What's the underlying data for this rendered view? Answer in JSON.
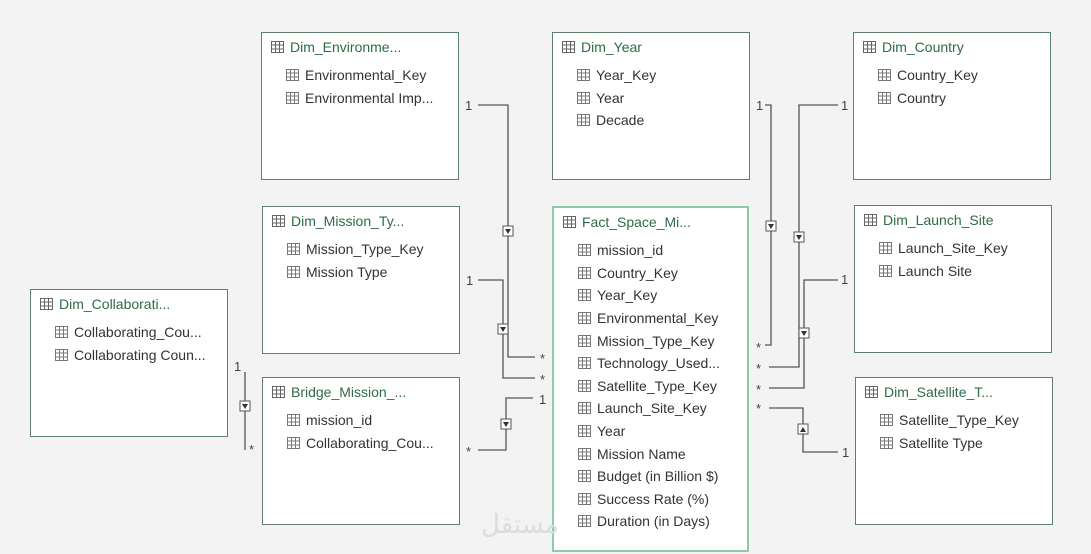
{
  "tables": [
    {
      "id": "dim-environment",
      "title": "Dim_Environme...",
      "fields": [
        "Environmental_Key",
        "Environmental Imp..."
      ]
    },
    {
      "id": "dim-year",
      "title": "Dim_Year",
      "fields": [
        "Year_Key",
        "Year",
        "Decade"
      ]
    },
    {
      "id": "dim-country",
      "title": "Dim_Country",
      "fields": [
        "Country_Key",
        "Country"
      ]
    },
    {
      "id": "dim-mission-type",
      "title": "Dim_Mission_Ty...",
      "fields": [
        "Mission_Type_Key",
        "Mission Type"
      ]
    },
    {
      "id": "fact-space-missions",
      "title": "Fact_Space_Mi...",
      "fields": [
        "mission_id",
        "Country_Key",
        "Year_Key",
        "Environmental_Key",
        "Mission_Type_Key",
        "Technology_Used...",
        "Satellite_Type_Key",
        "Launch_Site_Key",
        "Year",
        "Mission Name",
        "Budget (in Billion $)",
        "Success Rate (%)",
        "Duration (in Days)"
      ]
    },
    {
      "id": "dim-launch-site",
      "title": "Dim_Launch_Site",
      "fields": [
        "Launch_Site_Key",
        "Launch Site"
      ]
    },
    {
      "id": "dim-collaborating",
      "title": "Dim_Collaborati...",
      "fields": [
        "Collaborating_Cou...",
        "Collaborating Coun..."
      ]
    },
    {
      "id": "bridge-mission",
      "title": "Bridge_Mission_...",
      "fields": [
        "mission_id",
        "Collaborating_Cou..."
      ]
    },
    {
      "id": "dim-satellite-type",
      "title": "Dim_Satellite_T...",
      "fields": [
        "Satellite_Type_Key",
        "Satellite Type"
      ]
    }
  ],
  "cardinality": {
    "one": "1",
    "many": "*"
  },
  "watermark": "مستقل",
  "colors": {
    "title": "#2e6b46",
    "border": "#5e7f6d",
    "fact_border": "#8fcaa8",
    "line": "#555555"
  }
}
